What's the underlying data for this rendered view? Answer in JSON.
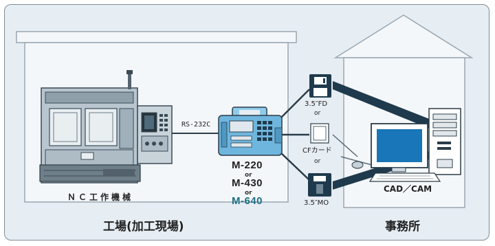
{
  "factory": {
    "machine_label": "ＮＣ工作機械",
    "title": "工場(加工現場)",
    "interface_label": "RS-232C"
  },
  "device": {
    "models": [
      "M-220",
      "M-430",
      "M-640"
    ],
    "or_labels": [
      "or",
      "or"
    ]
  },
  "media": {
    "fd_label": "3.5″FD",
    "cf_label": "CFカード",
    "mo_label": "3.5″MO",
    "or_labels": [
      "or",
      "or"
    ]
  },
  "office": {
    "title": "事務所",
    "computer_label": "CAD／CAM"
  },
  "colors": {
    "panel_bg": "#e6edf3",
    "building_fill": "#f4f7f9",
    "building_stroke": "#9aa7b1",
    "dark_navy": "#1f3a4d",
    "device_blue": "#6fb6de",
    "screen_blue": "#1976b8",
    "last_model_color": "#1d6f82"
  }
}
